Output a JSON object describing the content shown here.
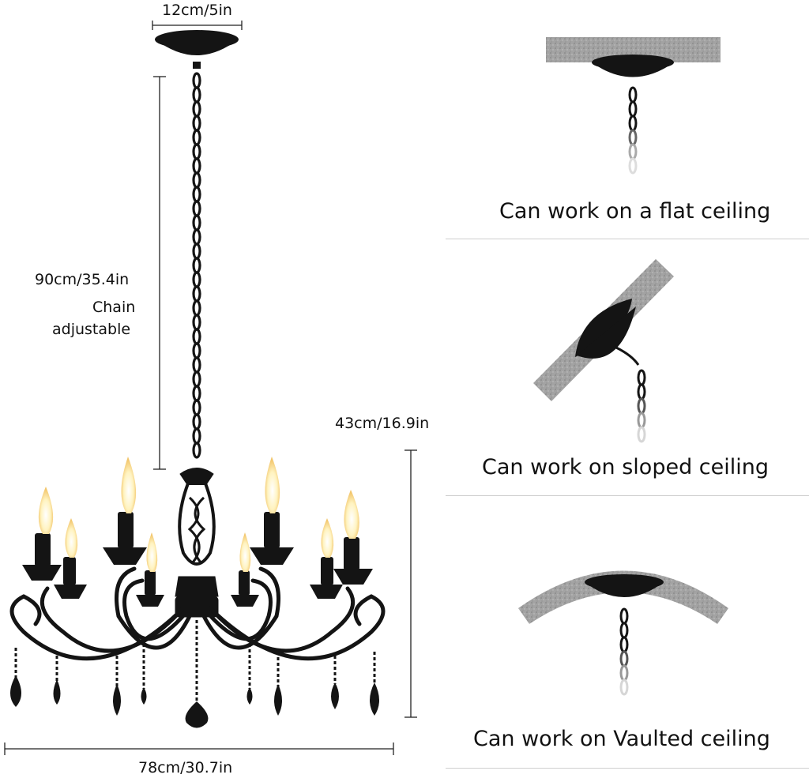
{
  "dimensions": {
    "top_width": "12cm/5in",
    "chain_length": "90cm/35.4in",
    "chain_note_line1": "Chain",
    "chain_note_line2": "adjustable",
    "body_height": "43cm/16.9in",
    "total_width": "78cm/30.7in"
  },
  "captions": {
    "flat": "Can work on a flat ceiling",
    "sloped": "Can work on sloped ceiling",
    "vaulted": "Can work on Vaulted ceiling"
  },
  "colors": {
    "metal": "#111111",
    "ceiling": "#9a9a9a",
    "flame": "#fff6c8",
    "divider": "#cfcfcf"
  }
}
